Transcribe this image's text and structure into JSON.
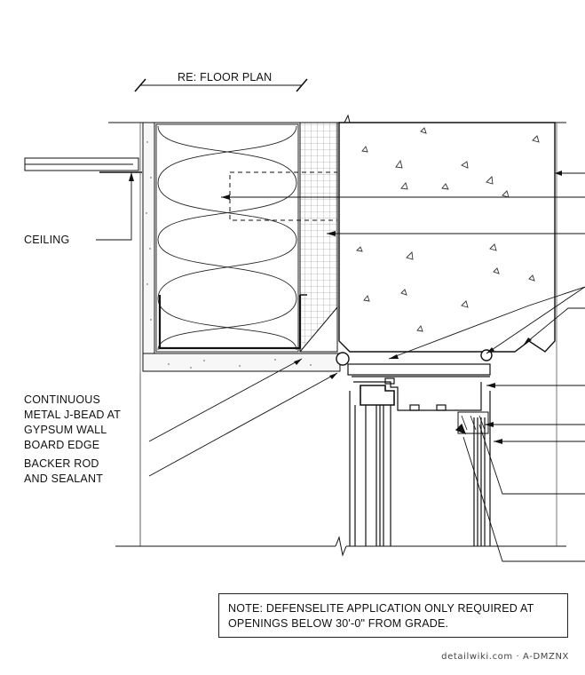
{
  "header_label": "RE: FLOOR PLAN",
  "labels": {
    "ceiling": "CEILING",
    "jbead_lines": [
      "CONTINUOUS",
      "METAL J-BEAD AT",
      "GYPSUM WALL",
      "BOARD  EDGE"
    ],
    "backer_lines": [
      "BACKER ROD",
      "AND SEALANT"
    ]
  },
  "note_lines": [
    "NOTE: DEFENSELITE APPLICATION ONLY REQUIRED AT",
    "OPENINGS BELOW 30'-0\" FROM GRADE."
  ],
  "footer": "detailwiki.com · A-DMZNX"
}
